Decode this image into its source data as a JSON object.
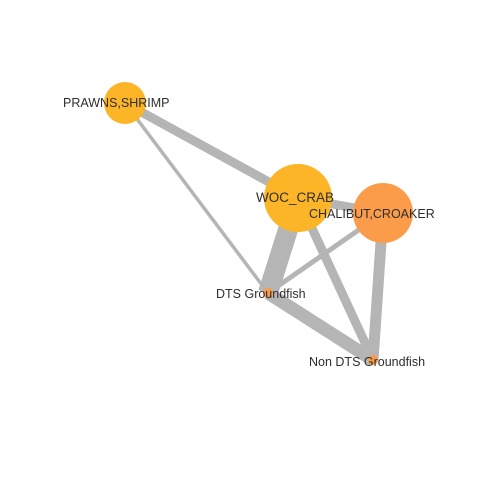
{
  "network": {
    "nodes": [
      {
        "id": "prawns",
        "label": "PRAWNS,SHRIMP",
        "color": "#fbb526"
      },
      {
        "id": "woc",
        "label": "WOC_CRAB",
        "color": "#fbb526"
      },
      {
        "id": "chalibut",
        "label": "CHALIBUT,CROAKER",
        "color": "#fb9c4b"
      },
      {
        "id": "dts",
        "label": "DTS Groundfish",
        "color": "#fb9c4b"
      },
      {
        "id": "nondts",
        "label": "Non DTS Groundfish",
        "color": "#fb9c4b"
      }
    ],
    "edges": [
      {
        "from": "prawns",
        "to": "woc"
      },
      {
        "from": "prawns",
        "to": "dts"
      },
      {
        "from": "woc",
        "to": "chalibut"
      },
      {
        "from": "woc",
        "to": "dts"
      },
      {
        "from": "woc",
        "to": "nondts"
      },
      {
        "from": "chalibut",
        "to": "dts"
      },
      {
        "from": "chalibut",
        "to": "nondts"
      },
      {
        "from": "dts",
        "to": "nondts"
      }
    ],
    "edge_color": "#b5b5b5"
  }
}
